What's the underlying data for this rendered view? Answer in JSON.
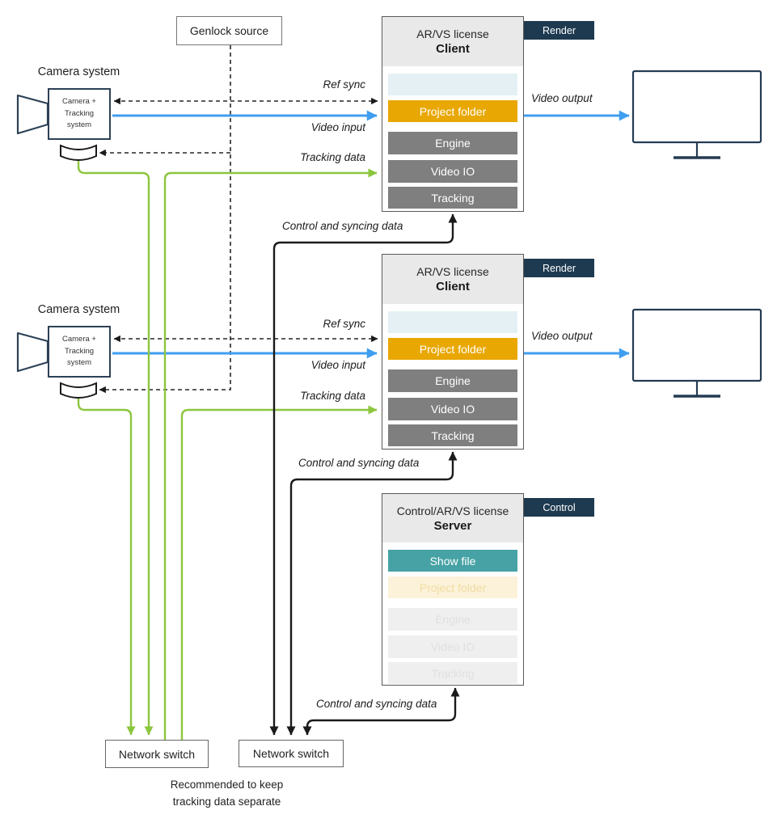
{
  "colors": {
    "tag_navy": "#1E3A50",
    "accent_orange": "#E8A703",
    "accent_teal": "#46A2A5",
    "component_gray": "#7F7F7F",
    "arrow_blue": "#3F9EF0",
    "arrow_green": "#8CC63E",
    "faded_cream": "#FBF2D9",
    "faded_gray": "#EFEFEF"
  },
  "genlock": {
    "label": "Genlock source"
  },
  "cameras": [
    {
      "title": "Camera system",
      "device": "Camera +\nTracking\nsystem"
    },
    {
      "title": "Camera system",
      "device": "Camera +\nTracking\nsystem"
    }
  ],
  "clients": [
    {
      "license": "AR/VS license",
      "role": "Client",
      "tag": "Render",
      "slots": {
        "project_folder": "Project folder",
        "engine": "Engine",
        "video_io": "Video IO",
        "tracking": "Tracking"
      }
    },
    {
      "license": "AR/VS license",
      "role": "Client",
      "tag": "Render",
      "slots": {
        "project_folder": "Project folder",
        "engine": "Engine",
        "video_io": "Video IO",
        "tracking": "Tracking"
      }
    }
  ],
  "server": {
    "license": "Control/AR/VS license",
    "role": "Server",
    "tag": "Control",
    "slots": {
      "show_file": "Show file",
      "project_folder": "Project folder",
      "engine": "Engine",
      "video_io": "Video IO",
      "tracking": "Tracking"
    }
  },
  "switches": [
    {
      "label": "Network switch"
    },
    {
      "label": "Network switch"
    }
  ],
  "note": "Recommended to keep\ntracking data separate",
  "flows": {
    "ref_sync": "Ref sync",
    "video_input": "Video input",
    "tracking_data": "Tracking data",
    "video_output": "Video output",
    "control": "Control and syncing data"
  }
}
